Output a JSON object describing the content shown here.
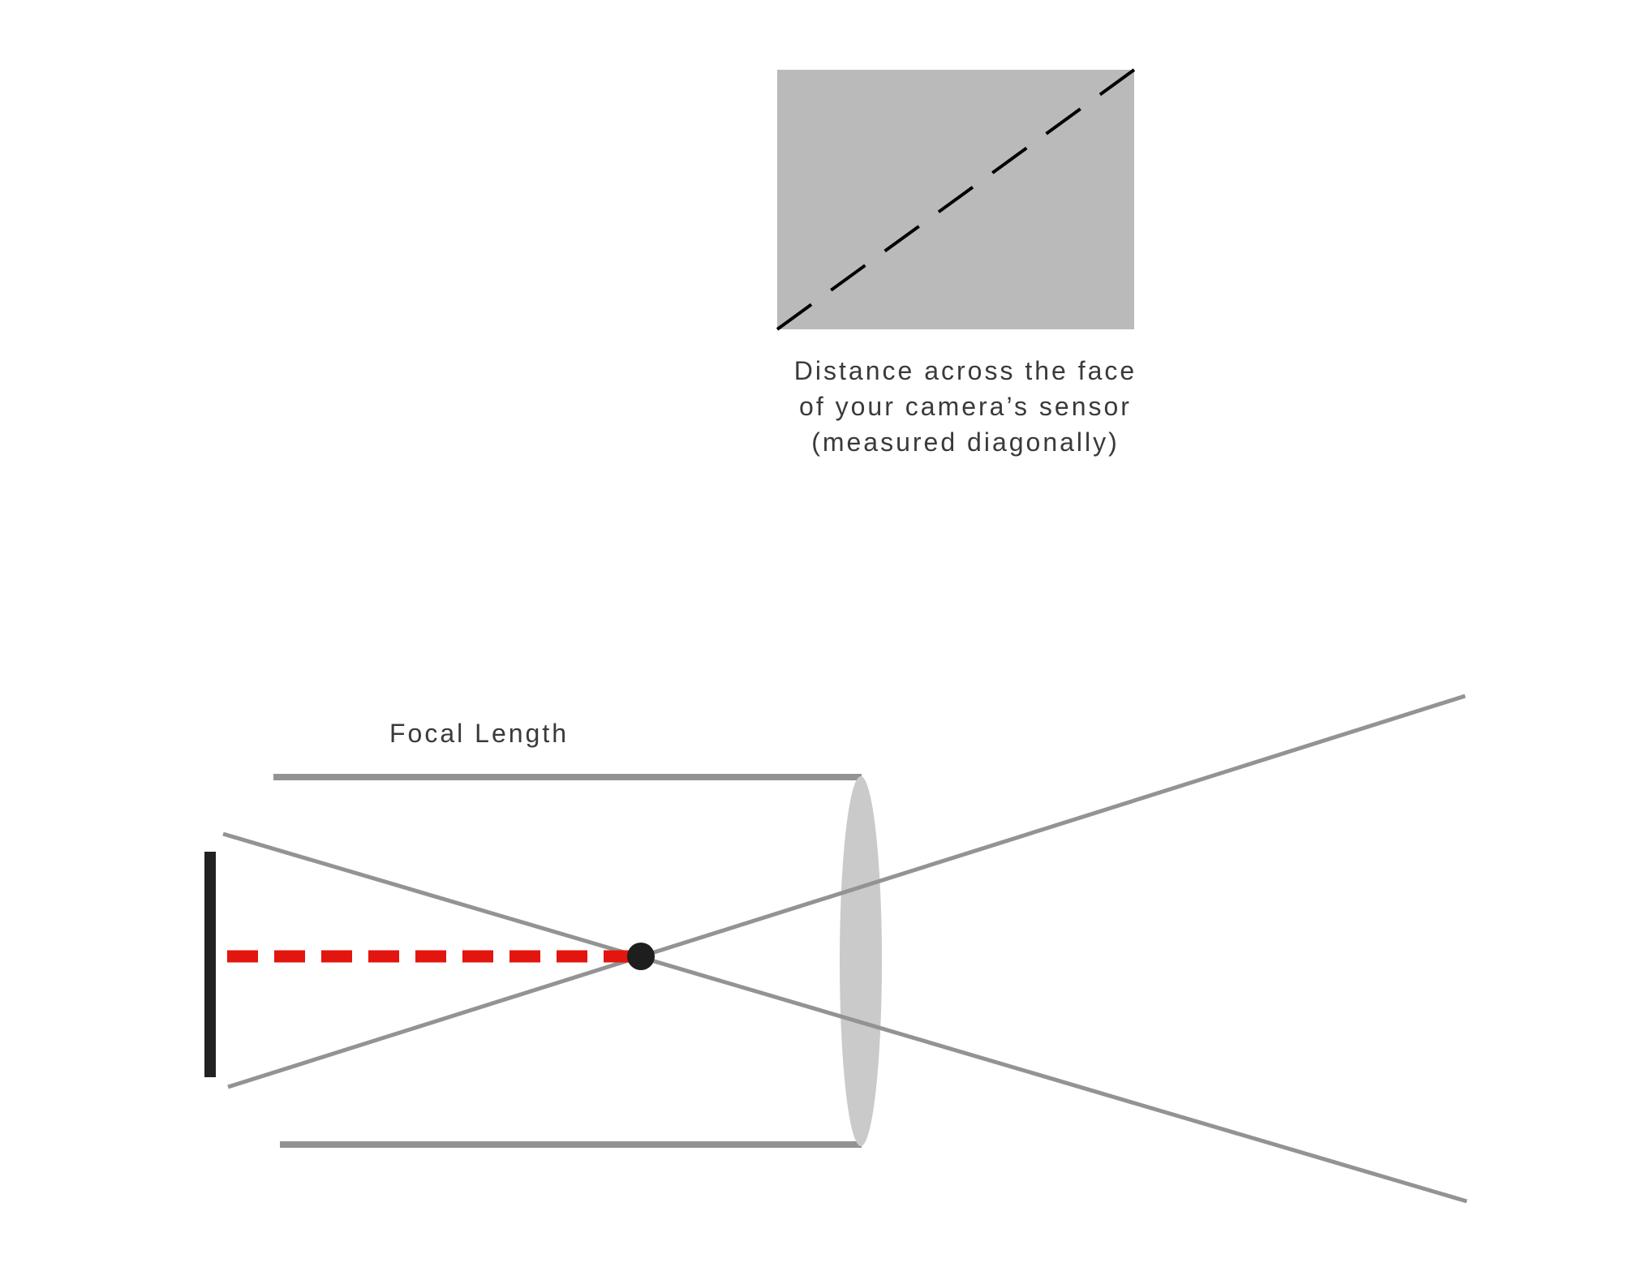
{
  "sensor_caption": {
    "line1": "Distance across the face",
    "line2": "of your camera’s sensor",
    "line3": "(measured diagonally)"
  },
  "focal_length_label": "Focal Length",
  "colors": {
    "sensor_face": "#bababa",
    "diagonal": "#000000",
    "light_ray": "#939393",
    "lens": "#cacaca",
    "sensor_plate": "#222222",
    "focal_line": "#e3150f",
    "optical_center": "#1e1e1e",
    "text": "#3a3a3a"
  }
}
